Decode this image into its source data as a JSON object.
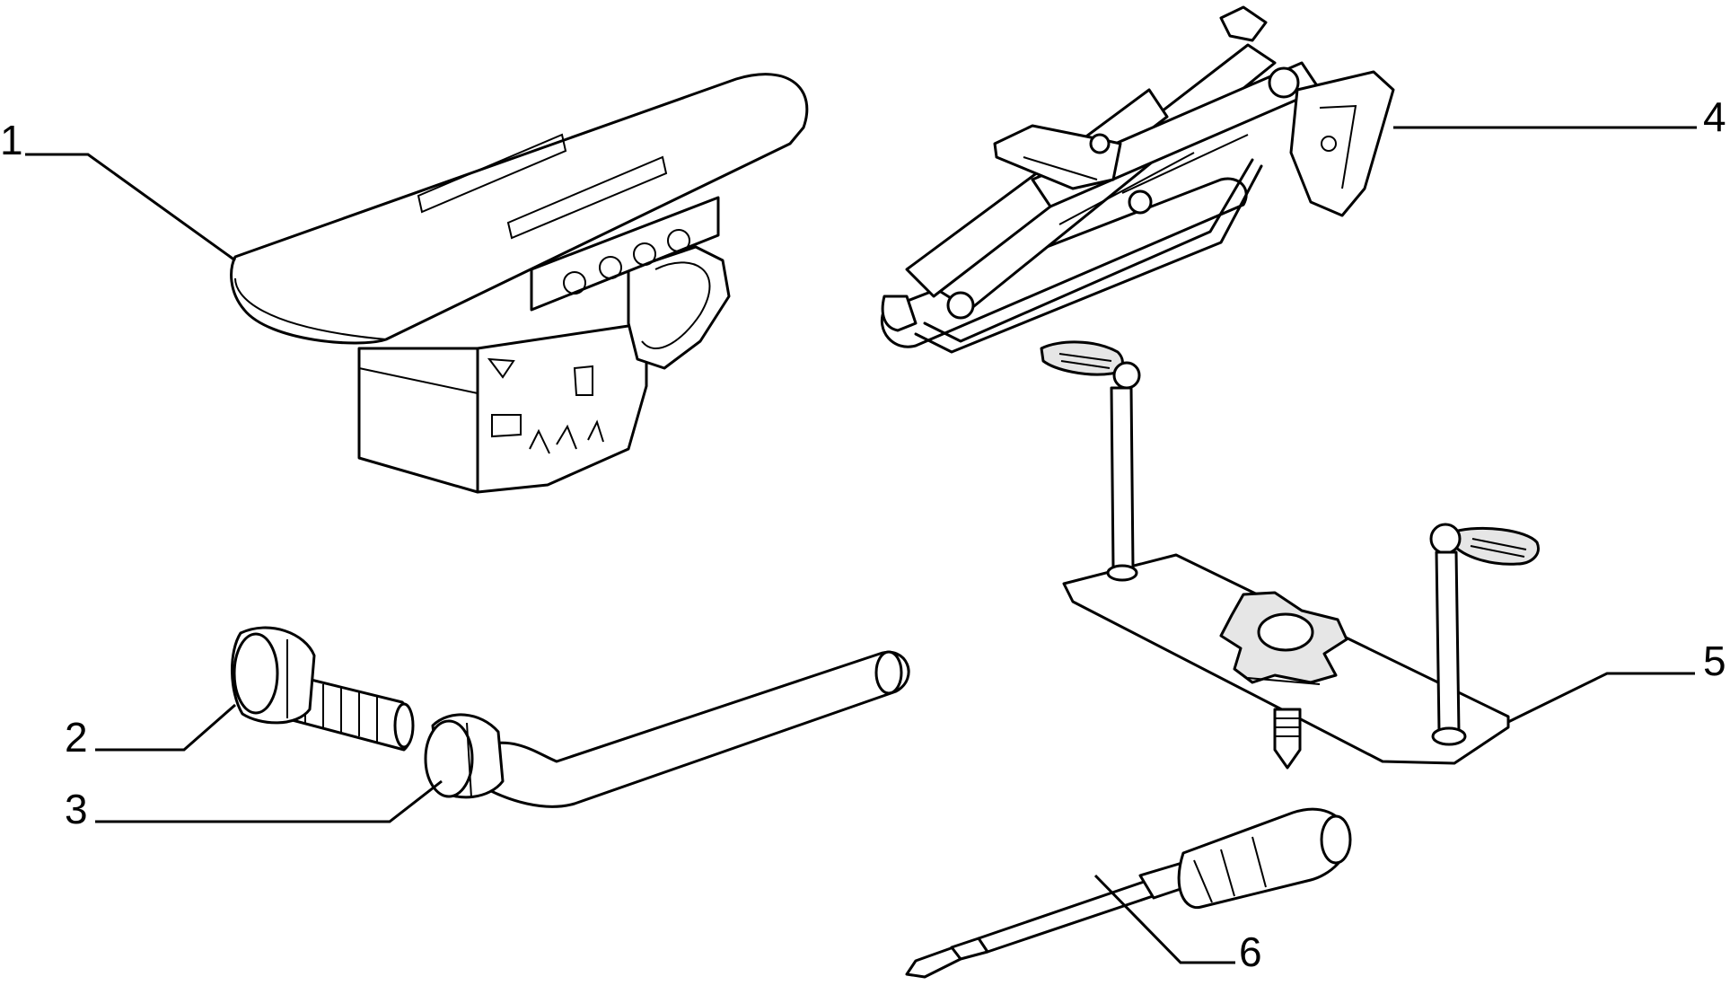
{
  "callouts": [
    {
      "id": "1",
      "label": "1"
    },
    {
      "id": "2",
      "label": "2"
    },
    {
      "id": "3",
      "label": "3"
    },
    {
      "id": "4",
      "label": "4"
    },
    {
      "id": "5",
      "label": "5"
    },
    {
      "id": "6",
      "label": "6"
    }
  ],
  "parts": [
    {
      "callout": "1",
      "icon": "tool-holder-tray-icon"
    },
    {
      "callout": "2",
      "icon": "wheel-bolt-socket-adapter-icon"
    },
    {
      "callout": "3",
      "icon": "wheel-wrench-icon"
    },
    {
      "callout": "4",
      "icon": "scissor-jack-icon"
    },
    {
      "callout": "5",
      "icon": "spare-wheel-bracket-icon"
    },
    {
      "callout": "6",
      "icon": "screwdriver-icon"
    }
  ],
  "colors": {
    "ink": "#000000",
    "paper": "#ffffff",
    "shade": "#e6e6e6"
  }
}
